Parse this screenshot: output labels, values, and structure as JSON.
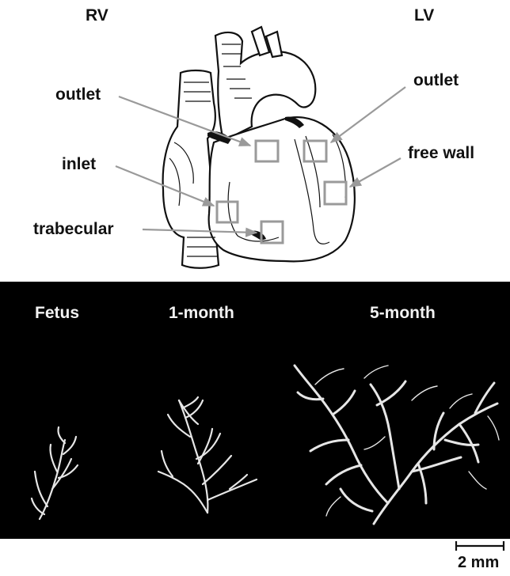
{
  "header": {
    "left": "RV",
    "right": "LV"
  },
  "heart": {
    "labels": {
      "rv_outlet": "outlet",
      "rv_inlet": "inlet",
      "rv_trabecular": "trabecular",
      "lv_outlet": "outlet",
      "lv_free_wall": "free wall"
    },
    "box_color": "#9a9a9a",
    "arrow_color": "#9a9a9a"
  },
  "trees": {
    "background": "#000000",
    "vessel_color": "#e6e6e6",
    "stages": [
      "Fetus",
      "1-month",
      "5-month"
    ]
  },
  "scale_bar": {
    "label": "2 mm"
  }
}
